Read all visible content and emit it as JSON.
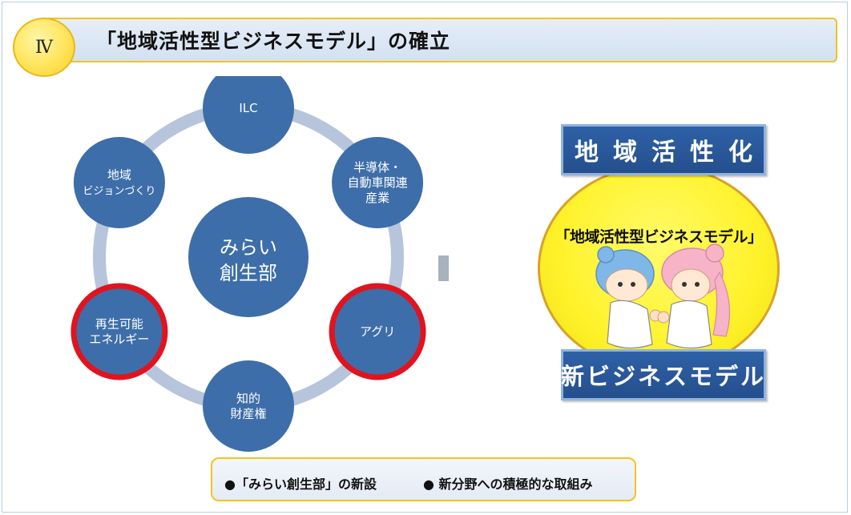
{
  "header": {
    "numeral": "Ⅳ",
    "title": "「地域活性型ビジネスモデル」の確立"
  },
  "diagram": {
    "center": {
      "line1": "みらい",
      "line2": "創生部"
    },
    "nodes": [
      {
        "lines": [
          "ILC"
        ],
        "highlighted": false
      },
      {
        "lines": [
          "半導体・",
          "自動車関連",
          "産業"
        ],
        "highlighted": false
      },
      {
        "lines": [
          "アグリ"
        ],
        "highlighted": true
      },
      {
        "lines": [
          "知的",
          "財産権"
        ],
        "highlighted": false
      },
      {
        "lines": [
          "再生可能",
          "エネルギー"
        ],
        "highlighted": true
      },
      {
        "lines": [
          "地域",
          "ビジョンづくり"
        ],
        "highlighted": false
      }
    ],
    "colors": {
      "node": "#3d6ea9",
      "ring": "#b6c5dc",
      "highlight_border": "#e0141e",
      "arrow": "#a7b2bd"
    }
  },
  "right": {
    "top_label": "地域活性化",
    "circle_caption": "「地域活性型ビジネスモデル」",
    "bottom_label": "新ビジネスモデル"
  },
  "bullets": [
    "●「みらい創生部」の新設",
    "● 新分野への積極的な取組み"
  ]
}
